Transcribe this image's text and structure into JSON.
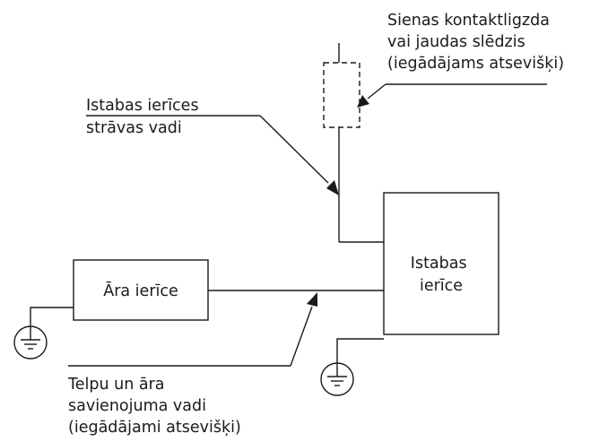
{
  "labels": {
    "wall_switch": [
      "Sienas kontaktligzda",
      "vai jaudas slēdzis",
      "(iegādājams atsevišķi)"
    ],
    "indoor_power_wires": [
      "Istabas ierīces",
      "strāvas vadi"
    ],
    "outdoor_unit": "Āra ierīce",
    "indoor_unit": [
      "Istabas",
      "ierīce"
    ],
    "connection_wires": [
      "Telpu un āra",
      "savienojuma vadi",
      "(iegādājami atsevišķi)"
    ]
  },
  "colors": {
    "line": "#1a1a1a",
    "background": "#ffffff"
  },
  "icons": [
    "ground-symbol-icon",
    "ground-symbol-icon",
    "arrowhead-icon",
    "arrowhead-icon",
    "arrowhead-icon"
  ]
}
